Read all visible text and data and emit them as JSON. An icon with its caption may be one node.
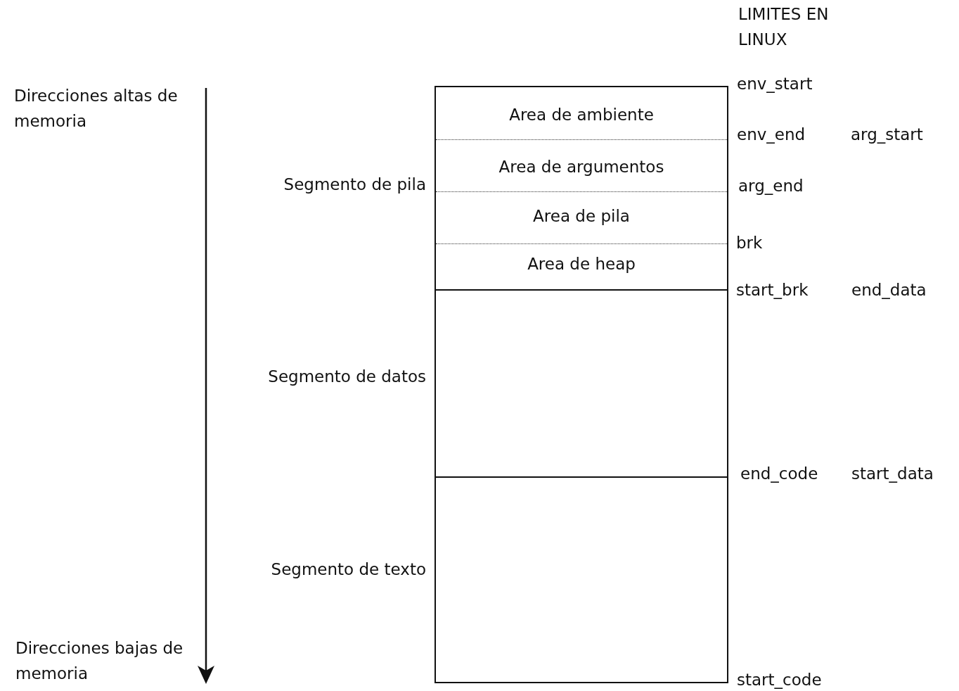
{
  "diagram": {
    "nodes": [
      {
        "text": [
          "Segmento de pila"
        ]
      },
      {
        "text": [
          "Area de ambiente"
        ],
        "in": 0
      },
      {
        "text": [
          "Area de argumentos"
        ],
        "in": 0
      },
      {
        "text": [
          "Area de pila"
        ],
        "in": 0
      },
      {
        "text": [
          "Area de heap"
        ],
        "in": 0
      },
      {
        "text": [
          "Segmento de datos"
        ]
      },
      {
        "text": [
          "Segmento de texto"
        ]
      }
    ],
    "labels": [
      "LIMITES EN LINUX",
      "Direcciones altas de memoria",
      "env_start",
      "env_end",
      "arg_start",
      "arg_end",
      "brk",
      "start_brk",
      "end_data",
      "end_code",
      "start_data",
      "Direcciones bajas de memoria",
      "start_code"
    ]
  }
}
